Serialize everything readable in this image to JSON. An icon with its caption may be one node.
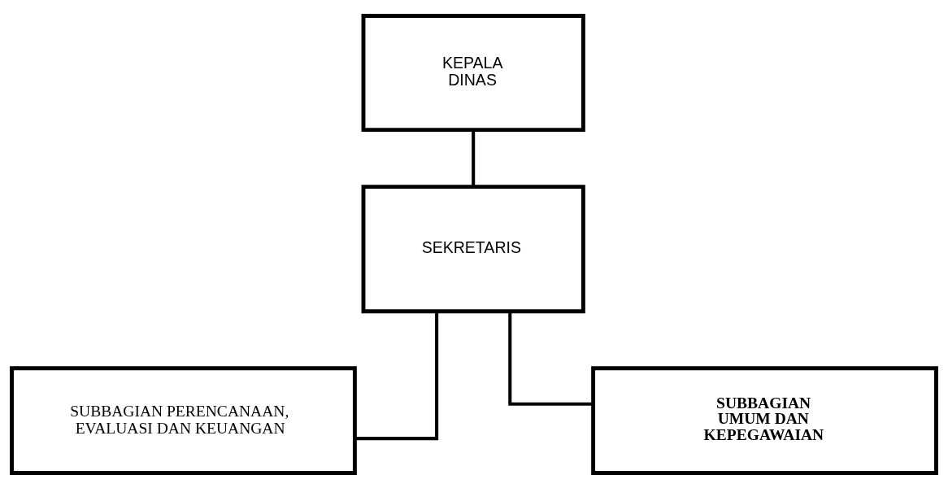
{
  "diagram": {
    "nodes": [
      {
        "text": [
          "KEPALA DINAS"
        ]
      },
      {
        "text": [
          "SEKRETARIS"
        ]
      },
      {
        "text": [
          "SUBBAGIAN PERENCANAAN, EVALUASI DAN KEUANGAN"
        ]
      },
      {
        "text": [
          "SUBBAGIAN UMUM DAN KEPEGAWAIAN"
        ]
      }
    ],
    "edges": [
      {
        "from": 0,
        "to": 1,
        "arrow": "none"
      },
      {
        "from": 1,
        "to": 2,
        "arrow": "none"
      },
      {
        "from": 1,
        "to": 3,
        "arrow": "none"
      }
    ]
  }
}
